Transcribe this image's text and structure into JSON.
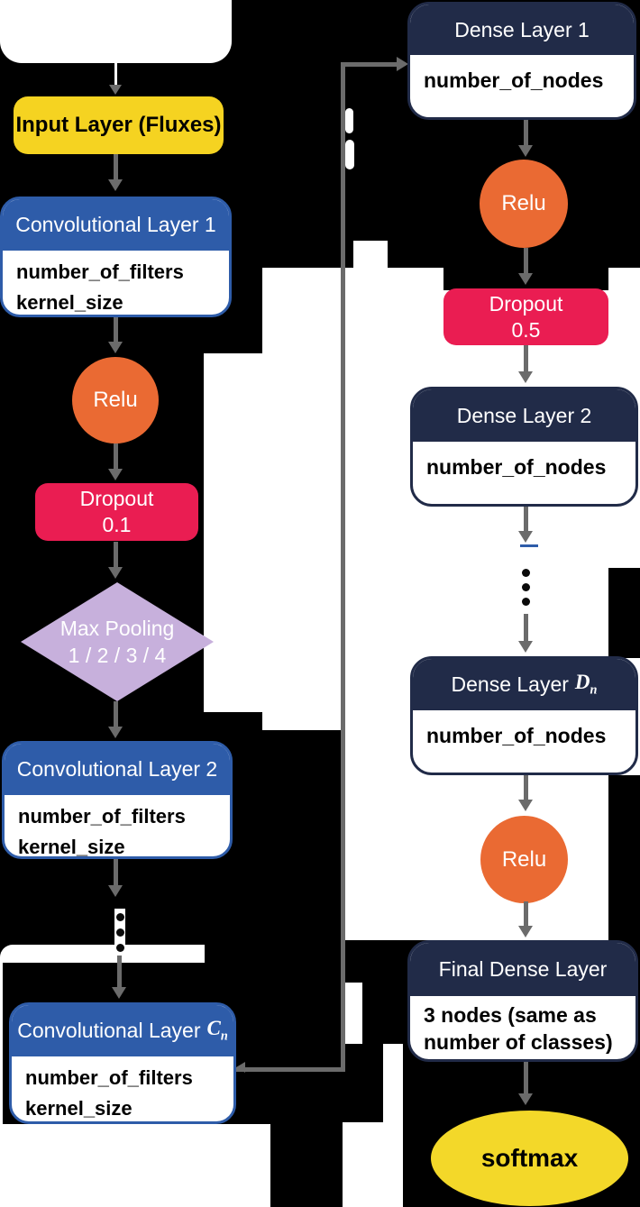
{
  "diagram": {
    "left_column": {
      "input": {
        "label": "Input Layer (Fluxes)"
      },
      "conv1": {
        "title": "Convolutional Layer 1",
        "param1": "number_of_filters",
        "param2": "kernel_size"
      },
      "relu1": {
        "label": "Relu"
      },
      "dropout1": {
        "label": "Dropout",
        "rate": "0.1"
      },
      "maxpool": {
        "label": "Max Pooling",
        "options": "1 / 2 / 3 / 4"
      },
      "conv2": {
        "title": "Convolutional Layer 2",
        "param1": "number_of_filters",
        "param2": "kernel_size"
      },
      "convn": {
        "title_prefix": "Convolutional Layer",
        "var": "C",
        "var_sub": "n",
        "param1": "number_of_filters",
        "param2": "kernel_size"
      }
    },
    "right_column": {
      "dense1": {
        "title": "Dense Layer 1",
        "param1": "number_of_nodes"
      },
      "relu2": {
        "label": "Relu"
      },
      "dropout2": {
        "label": "Dropout",
        "rate": "0.5"
      },
      "dense2": {
        "title": "Dense Layer 2",
        "param1": "number_of_nodes"
      },
      "densen": {
        "title_prefix": "Dense Layer",
        "var": "D",
        "var_sub": "n",
        "param1": "number_of_nodes"
      },
      "relu3": {
        "label": "Relu"
      },
      "final_dense": {
        "title": "Final Dense Layer",
        "param_line1": "3 nodes (same as",
        "param_line2": "number of classes)"
      },
      "softmax": {
        "label": "softmax"
      }
    }
  },
  "colors": {
    "background": "#000000",
    "panel_white": "#FFFFFF",
    "conv_header_blue": "#2E5CA9",
    "dense_header_navy": "#212B48",
    "relu_orange": "#EA6A33",
    "dropout_crimson": "#EA1D52",
    "maxpool_lavender": "#C7B0DC",
    "input_yellow": "#F5D321",
    "softmax_yellow": "#F3D829",
    "arrow_gray": "#6B6B6B"
  }
}
